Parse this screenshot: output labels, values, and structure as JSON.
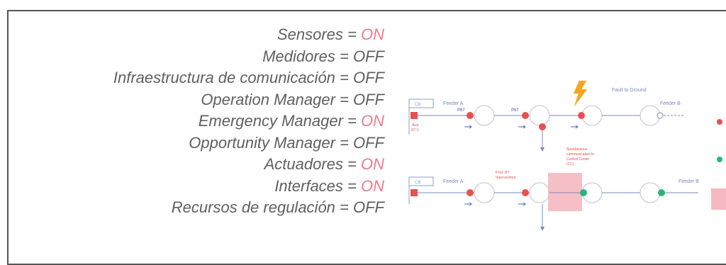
{
  "statuses": [
    {
      "name": "Sensores",
      "value": "ON"
    },
    {
      "name": "Medidores",
      "value": "OFF"
    },
    {
      "name": "Infraestructura de comunicación",
      "value": "OFF"
    },
    {
      "name": "Operation Manager",
      "value": "OFF"
    },
    {
      "name": "Emergency Manager",
      "value": "ON"
    },
    {
      "name": "Opportunity Manager",
      "value": "OFF"
    },
    {
      "name": "Actuadores",
      "value": "ON"
    },
    {
      "name": "Interfaces",
      "value": "ON"
    },
    {
      "name": "Recursos de regulación",
      "value": "OFF"
    }
  ],
  "colors": {
    "on": "#f07a8a",
    "off": "#606060"
  },
  "diagram": {
    "top": {
      "fault_label": "Fault to Ground",
      "feeder_a": "Feeder A",
      "feeder_b": "Feeder B",
      "relay1": "P67",
      "relay2": "P67",
      "cb_label": "CB",
      "aux_label_1": "Aux",
      "aux_label_2": "87.1"
    },
    "bottom": {
      "feeder_a": "Feeder A",
      "feeder_b": "Feeder B",
      "intervention_1": "Prot. 87",
      "intervention_2": "Intervention",
      "spont_1": "Spontaneous",
      "spont_2": "communication to",
      "spont_3": "Control Center",
      "spont_4": "(CC)",
      "cb_label": "CB"
    }
  }
}
